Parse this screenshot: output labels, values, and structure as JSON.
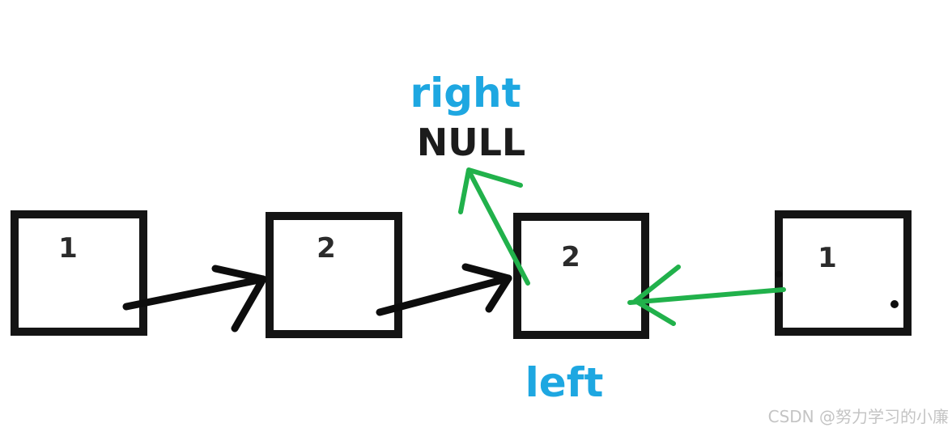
{
  "nodes": [
    {
      "value": "1"
    },
    {
      "value": "2"
    },
    {
      "value": "2"
    },
    {
      "value": "1"
    }
  ],
  "labels": {
    "right": "right",
    "null": "NULL",
    "left": "left"
  },
  "watermark": "CSDN @努力学习的小廉",
  "colors": {
    "node_border": "#141414",
    "black_pointer": "#0d0d0d",
    "green_pointer": "#21b14b",
    "blue_label": "#1ea7e1",
    "watermark": "#c4c4c4"
  }
}
